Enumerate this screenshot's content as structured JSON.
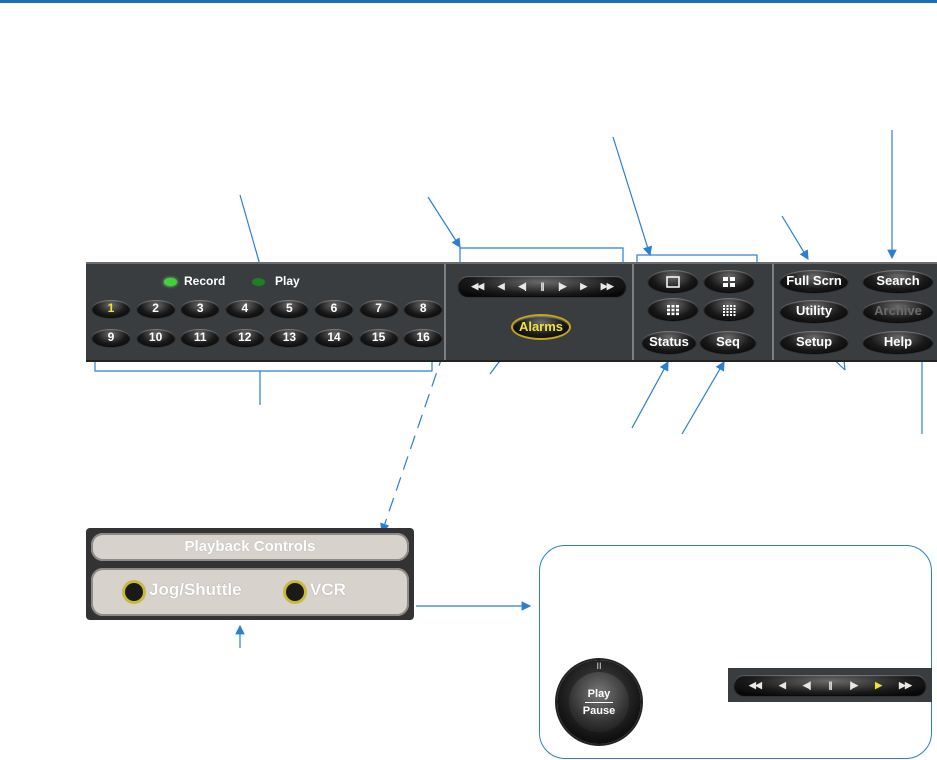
{
  "indicators": {
    "record_label": "Record",
    "play_label": "Play",
    "record_color": "#3fd33a",
    "play_color": "#1f7f22"
  },
  "cameras": [
    "1",
    "2",
    "3",
    "4",
    "5",
    "6",
    "7",
    "8",
    "9",
    "10",
    "11",
    "12",
    "13",
    "14",
    "15",
    "16"
  ],
  "selected_camera": "1",
  "transport": [
    "◀◀",
    "◀",
    "◀|",
    "||",
    "|▶",
    "▶",
    "▶▶"
  ],
  "alarms_label": "Alarms",
  "layout_buttons": [
    "single-view-icon",
    "quad-view-icon",
    "nine-view-icon",
    "sixteen-view-icon"
  ],
  "status_label": "Status",
  "seq_label": "Seq",
  "right_buttons": {
    "full_scrn": "Full Scrn",
    "search": "Search",
    "utility": "Utility",
    "archive": "Archive",
    "setup": "Setup",
    "help": "Help"
  },
  "playback_panel": {
    "title": "Playback Controls",
    "jog_label": "Jog/Shuttle",
    "vcr_label": "VCR"
  },
  "knob": {
    "top": "II",
    "line1": "Play",
    "line2": "Pause"
  },
  "vcr_strip": [
    "◀◀",
    "◀",
    "◀|",
    "||",
    "|▶",
    "▶",
    "▶▶"
  ],
  "colors": {
    "accent": "#2a7fd0",
    "bar_bg": "#3a3d3f",
    "highlight": "#f2e23a"
  }
}
